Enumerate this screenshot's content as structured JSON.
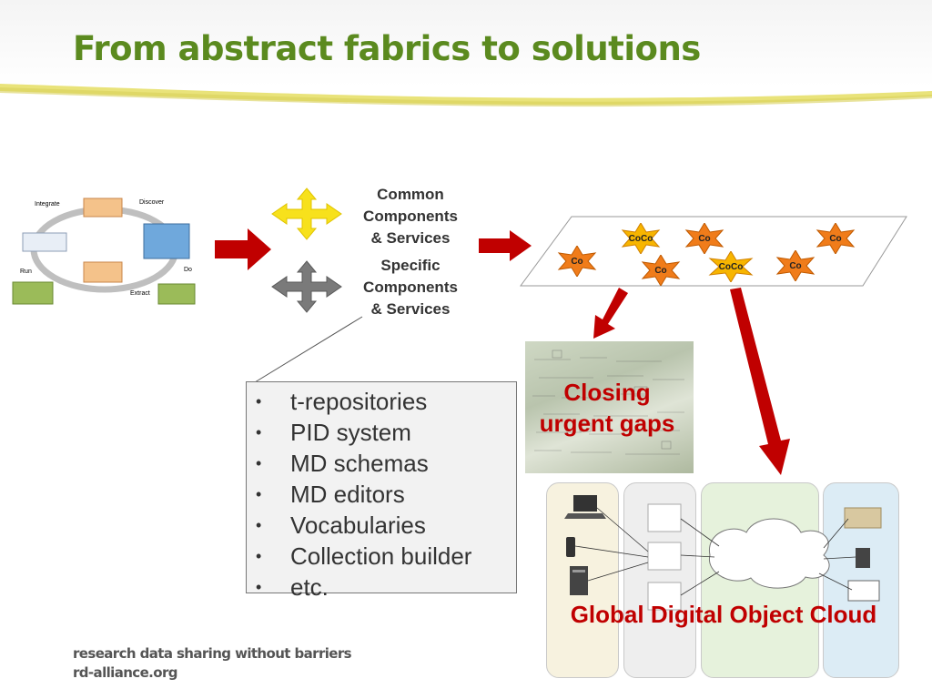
{
  "slide": {
    "title": "From abstract fabrics to solutions",
    "footer": {
      "tagline": "research data sharing without barriers",
      "url": "rd-alliance.org"
    }
  },
  "components": {
    "common_label": [
      "Common",
      "Components",
      "& Services"
    ],
    "specific_label": [
      "Specific",
      "Components",
      "& Services"
    ],
    "common_color": "#f7e11c",
    "specific_color": "#7a7a7a"
  },
  "plane": {
    "nodes": [
      "CoCo",
      "Co",
      "Co",
      "Co",
      "Co",
      "CoCo",
      "Co"
    ]
  },
  "bullet_list": {
    "items": [
      "t-repositories",
      "PID system",
      "MD schemas",
      "MD editors",
      "Vocabularies",
      "Collection builder",
      "etc."
    ]
  },
  "gaps": {
    "label": [
      "Closing",
      "urgent gaps"
    ]
  },
  "cloud": {
    "label": "Global Digital Object Cloud"
  },
  "colors": {
    "title_green": "#5b8a1f",
    "arrow_red": "#c00000",
    "accent_yellow": "#e6e08a"
  }
}
